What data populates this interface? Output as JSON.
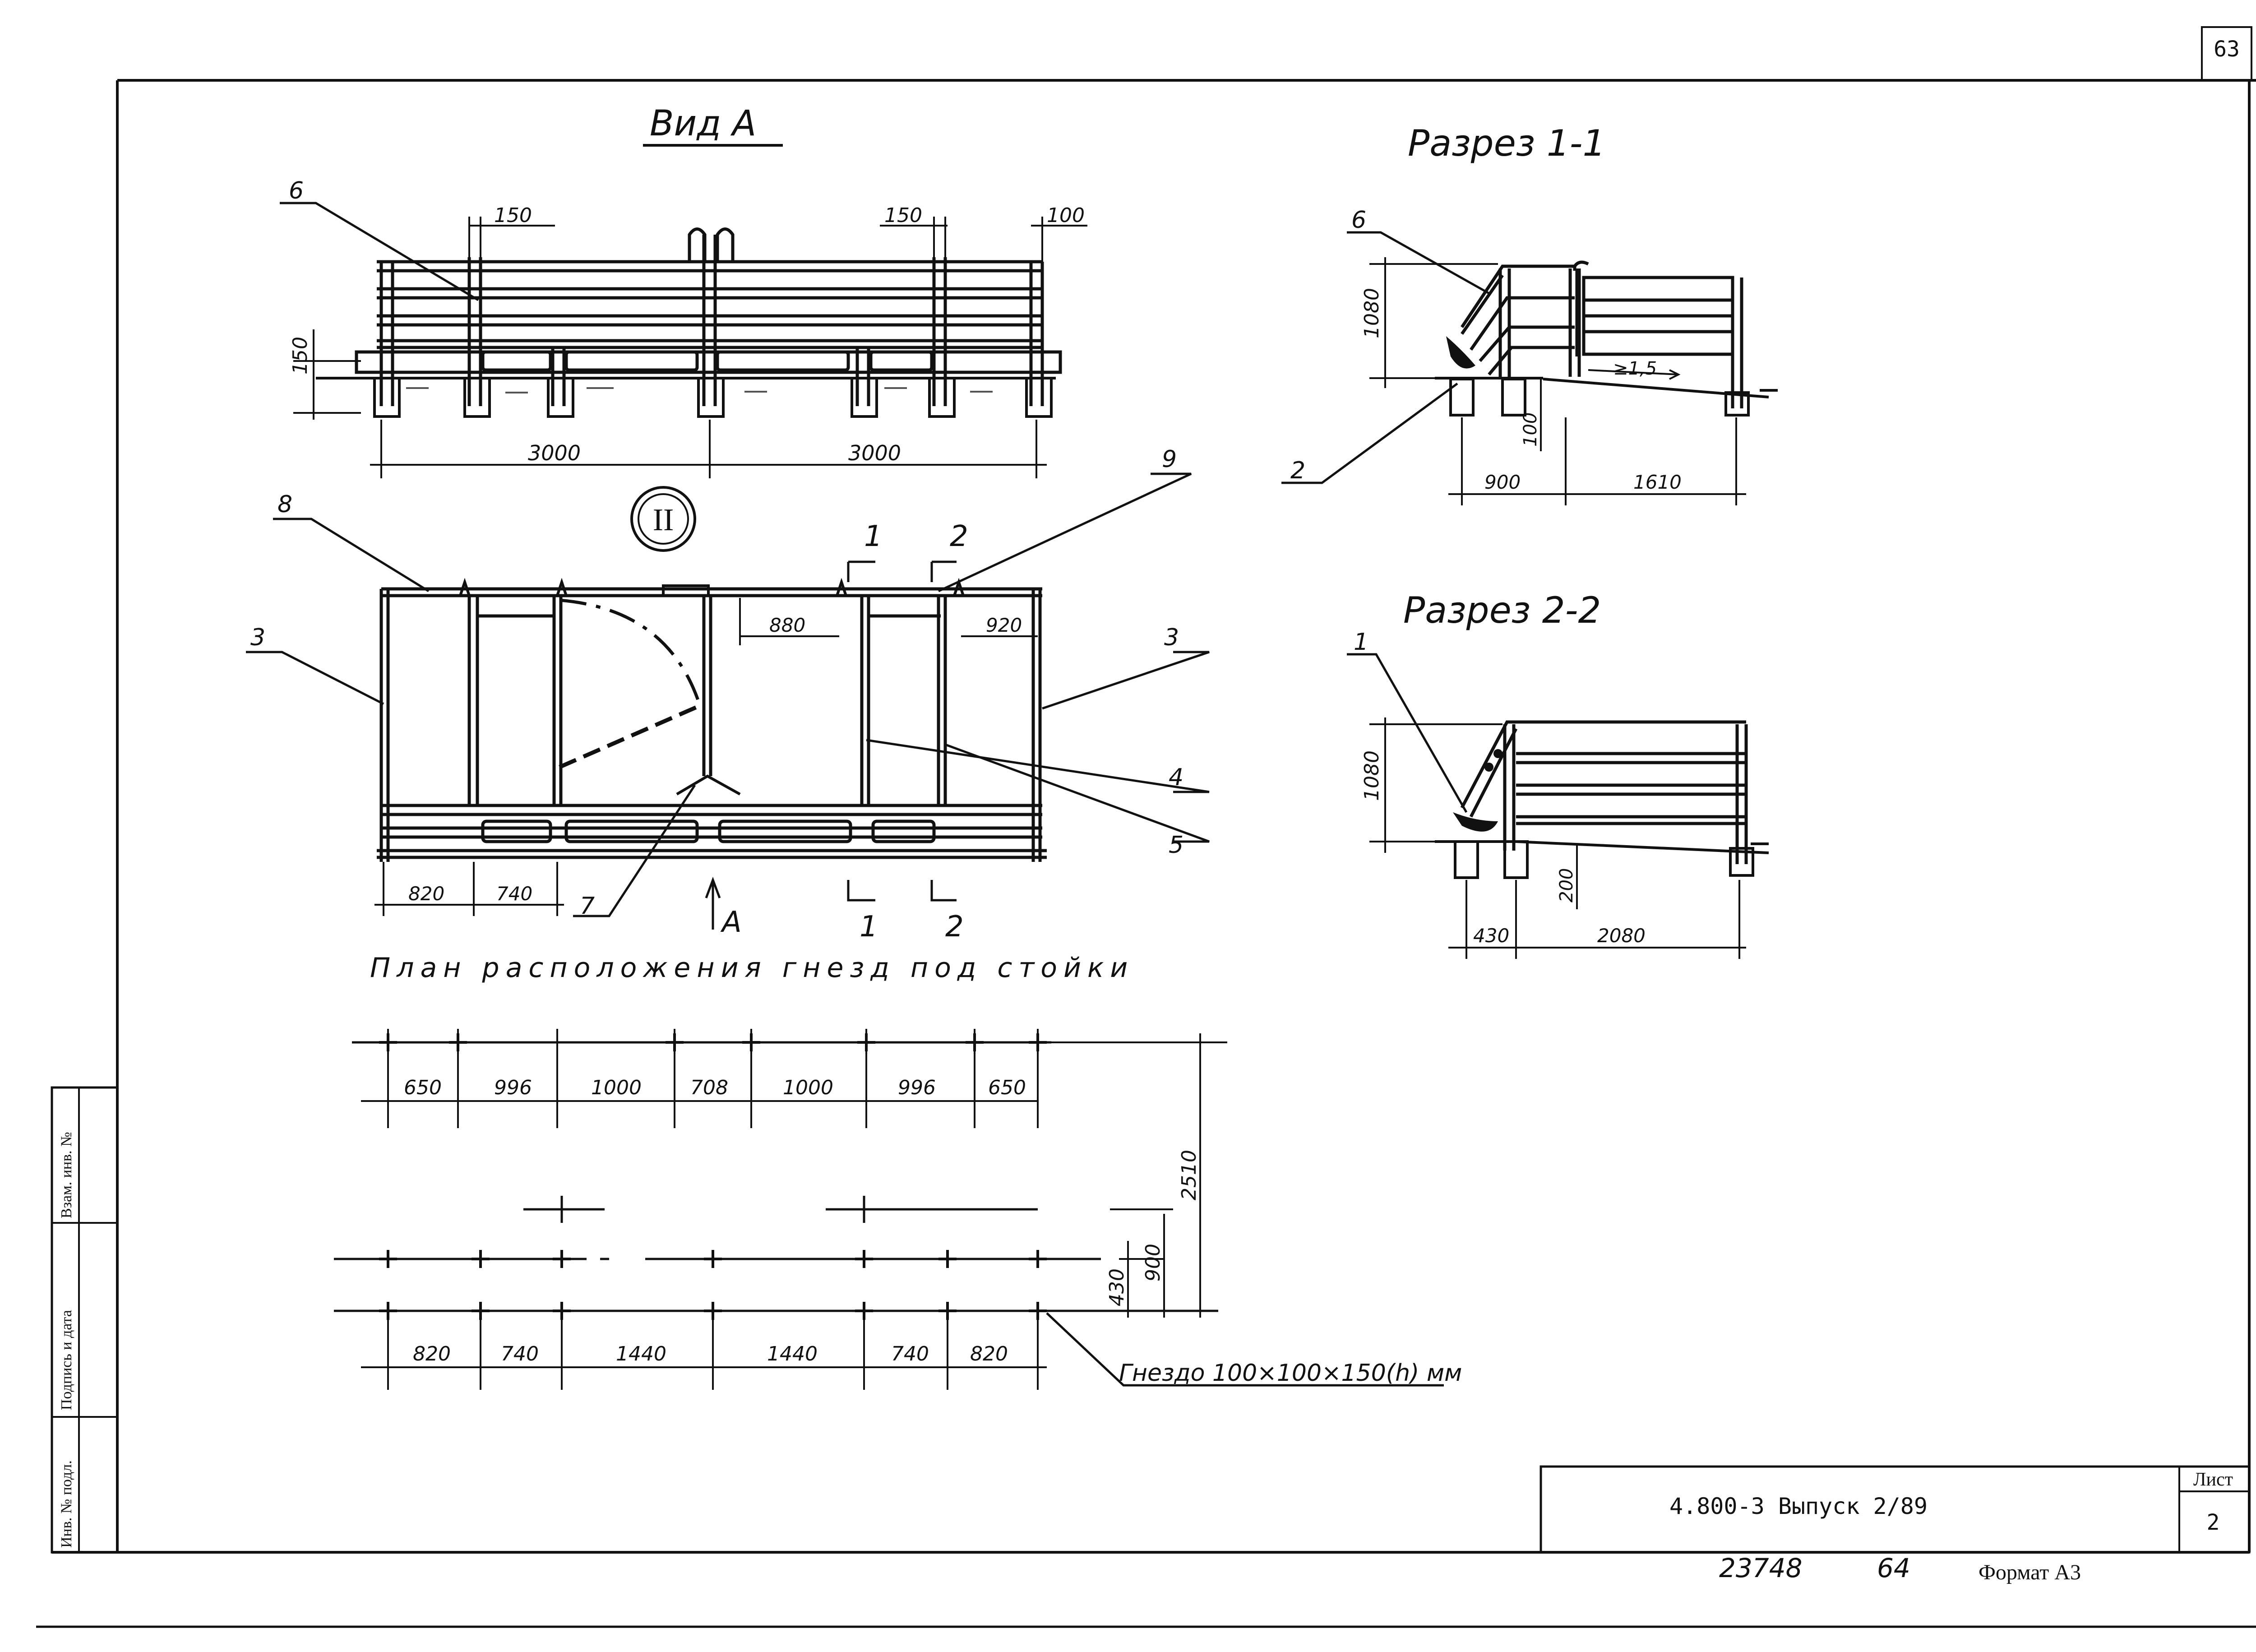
{
  "page_number": "63",
  "view_a": {
    "title": "Вид А",
    "dims_top": [
      "150",
      "150",
      "100"
    ],
    "dim_height": "150",
    "dims_bottom": [
      "3000",
      "3000"
    ],
    "leader": "6"
  },
  "section_1_1": {
    "title": "Разрез 1-1",
    "dim_height": "1080",
    "dim_depth": "100",
    "slope": "≥1,5",
    "dims_bottom": [
      "900",
      "1610"
    ],
    "leaders": [
      "6",
      "2"
    ]
  },
  "section_2_2": {
    "title": "Разрез 2-2",
    "dim_height": "1080",
    "dim_depth": "200",
    "dims_bottom": [
      "430",
      "2080"
    ],
    "leaders": [
      "1"
    ]
  },
  "plan": {
    "marker": "II",
    "cut_marks": [
      "1",
      "2"
    ],
    "view_arrow": "А",
    "dims_inner": [
      "880",
      "920"
    ],
    "dims_bottom": [
      "820",
      "740"
    ],
    "leaders": [
      "8",
      "9",
      "3",
      "3",
      "4",
      "5",
      "7"
    ]
  },
  "socket_plan": {
    "title": "План расположения гнезд под стойки",
    "dims_top": [
      "650",
      "996",
      "1000",
      "708",
      "1000",
      "996",
      "650"
    ],
    "dims_bottom": [
      "820",
      "740",
      "1440",
      "1440",
      "740",
      "820"
    ],
    "dims_right": [
      "2510",
      "900",
      "430"
    ],
    "socket_note": "Гнездо 100×100×150(h) мм"
  },
  "side_stamp": {
    "cells": [
      "Взам. инв. №",
      "Подпись и дата",
      "Инв. № подл."
    ]
  },
  "title_block": {
    "designation": "4.800-3  Выпуск 2/89",
    "sheet_label": "Лист",
    "sheet_number": "2"
  },
  "footer": {
    "inventory": "23748",
    "copy": "64",
    "format": "Формат А3"
  }
}
